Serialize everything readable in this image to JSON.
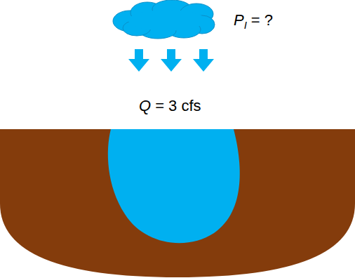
{
  "diagram": {
    "labels": [
      "P",
      "I",
      "= ?",
      "Q",
      "= 3 cfs"
    ]
  }
}
